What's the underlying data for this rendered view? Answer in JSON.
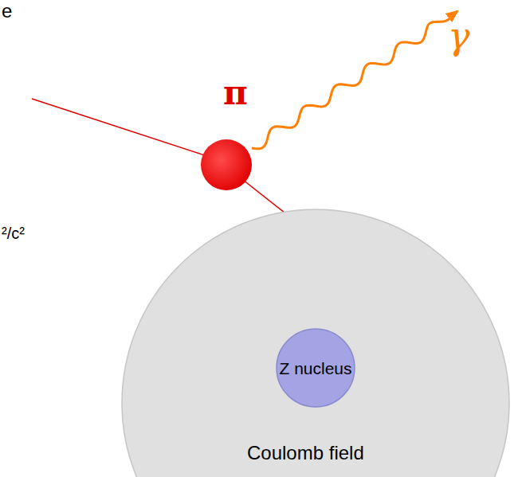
{
  "diagram": {
    "nodes": [
      {
        "text": [
          "Coulomb field"
        ]
      },
      {
        "text": [
          "Z nucleus"
        ],
        "in": 0
      }
    ],
    "labels": [
      "e",
      "²/c²",
      "π",
      "γ"
    ]
  }
}
